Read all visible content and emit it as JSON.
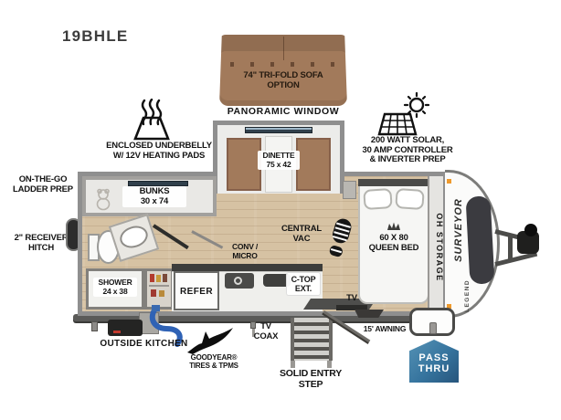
{
  "model": "19BHLE",
  "branding": {
    "primary": "SURVEYOR",
    "secondary": "LEGEND"
  },
  "callouts": {
    "sofa": {
      "line1": "74\" TRI-FOLD SOFA",
      "line2": "OPTION"
    },
    "panoramic_window": "PANORAMIC WINDOW",
    "underbelly": {
      "line1": "ENCLOSED UNDERBELLY",
      "line2": "W/ 12V HEATING PADS"
    },
    "solar": {
      "line1": "200 WATT SOLAR,",
      "line2": "30 AMP CONTROLLER",
      "line3": "& INVERTER PREP"
    },
    "ladder": {
      "line1": "ON-THE-GO",
      "line2": "LADDER PREP"
    },
    "receiver_hitch": {
      "line1": "2\" RECEIVER",
      "line2": "HITCH"
    },
    "outside_kitchen": "OUTSIDE KITCHEN",
    "goodyear": {
      "line1": "GOODYEAR®",
      "line2": "TIRES & TPMS"
    },
    "tv_coax": {
      "line1": "TV",
      "line2": "COAX"
    },
    "entry_step": {
      "line1": "SOLID ENTRY",
      "line2": "STEP"
    },
    "awning": "15' AWNING",
    "pass_thru": {
      "line1": "PASS",
      "line2": "THRU"
    }
  },
  "rooms": {
    "bunks": {
      "line1": "BUNKS",
      "line2": "30 x 74"
    },
    "dinette": {
      "line1": "DINETTE",
      "line2": "75 x 42"
    },
    "central_vac": {
      "line1": "CENTRAL",
      "line2": "VAC"
    },
    "queen_bed": {
      "line1": "60 X 80",
      "line2": "QUEEN BED"
    },
    "oh_storage": "OH STORAGE",
    "shower": {
      "line1": "SHOWER",
      "line2": "24 x 38"
    },
    "refer": "REFER",
    "conv_micro": {
      "line1": "CONV /",
      "line2": "MICRO"
    },
    "ctop_ext": {
      "line1": "C-TOP",
      "line2": "EXT."
    },
    "tv": "TV"
  },
  "colors": {
    "badge": "#36749e",
    "cushion": "#a27a5b",
    "floor": "#d6c2a3",
    "wall": "#8f8f8f",
    "hose": "#2f62b5",
    "window": "#31404c"
  }
}
